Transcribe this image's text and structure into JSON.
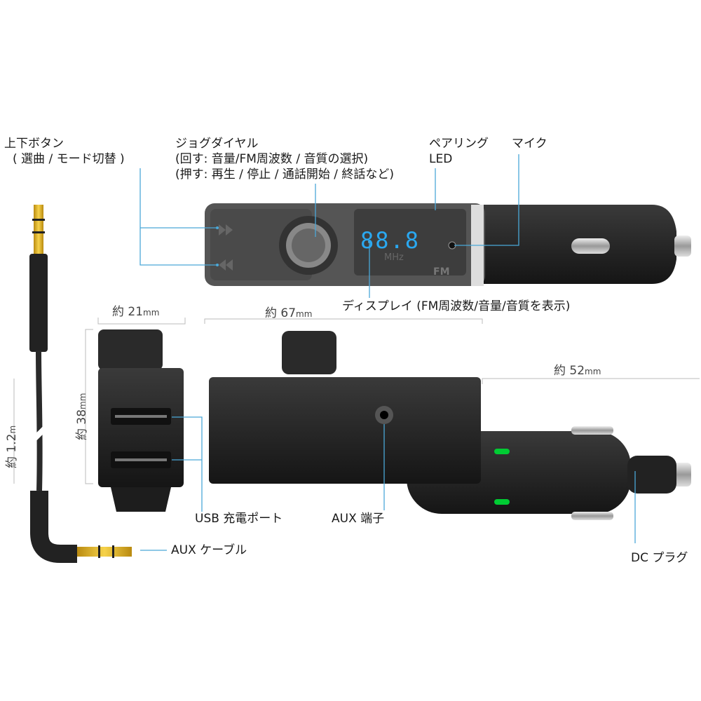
{
  "labels": {
    "updown_title": "上下ボタン",
    "updown_sub": "( 選曲 / モード切替 )",
    "jog_title": "ジョグダイヤル",
    "jog_sub1": "(回す: 音量/FM周波数 / 音質の選択)",
    "jog_sub2": "(押す: 再生 / 停止 / 通話開始 / 終話など)",
    "pairing_1": "ペアリング",
    "pairing_2": "LED",
    "mic": "マイク",
    "display": "ディスプレイ (FM周波数/音量/音質を表示)",
    "usb": "USB 充電ポート",
    "aux_port": "AUX 端子",
    "aux_cable": "AUX ケーブル",
    "dc_plug": "DC プラグ"
  },
  "device_display": {
    "frequency": "88.8",
    "unit": "MHz",
    "mode": "FM"
  },
  "dimensions": {
    "width_21": {
      "prefix": "約",
      "value": "21",
      "unit": "mm"
    },
    "length_67": {
      "prefix": "約",
      "value": "67",
      "unit": "mm"
    },
    "length_52": {
      "prefix": "約",
      "value": "52",
      "unit": "mm"
    },
    "height_38": {
      "prefix": "約",
      "value": "38",
      "unit": "mm"
    },
    "cable_12": {
      "prefix": "約",
      "value": "1.2",
      "unit": "m"
    }
  },
  "colors": {
    "leader_line": "#4aa8d8",
    "display_digits": "#2aa8f0",
    "device_body": "#2a2a2a",
    "gold_plug": "#e0b520"
  }
}
